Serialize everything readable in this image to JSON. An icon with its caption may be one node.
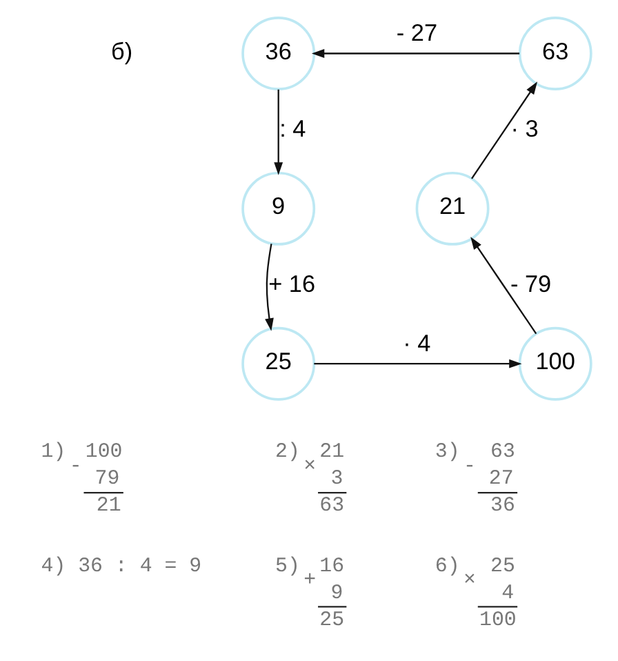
{
  "diagram": {
    "nodes": [
      {
        "text": [
          "36"
        ]
      },
      {
        "text": [
          "63"
        ]
      },
      {
        "text": [
          "9"
        ]
      },
      {
        "text": [
          "21"
        ]
      },
      {
        "text": [
          "25"
        ]
      },
      {
        "text": [
          "100"
        ]
      }
    ],
    "edges": [
      {
        "from": 1,
        "to": 0,
        "arrow": "to",
        "label": "- 27"
      },
      {
        "from": 0,
        "to": 2,
        "arrow": "to",
        "label": ": 4"
      },
      {
        "from": 2,
        "to": 4,
        "arrow": "to",
        "label": "+ 16"
      },
      {
        "from": 4,
        "to": 5,
        "arrow": "to",
        "label": "· 4"
      },
      {
        "from": 5,
        "to": 3,
        "arrow": "to",
        "label": "- 79"
      },
      {
        "from": 3,
        "to": 1,
        "arrow": "to",
        "label": "· 3"
      }
    ],
    "labels": [
      "б)",
      "1)",
      "-",
      "100",
      "79",
      "21",
      "2)",
      "×",
      "21",
      "3",
      "63",
      "3)",
      "-",
      "63",
      "27",
      "36",
      "4) 36 : 4 = 9",
      "5)",
      "+",
      "16",
      "9",
      "25",
      "6)",
      "×",
      "25",
      "4",
      "100"
    ]
  }
}
